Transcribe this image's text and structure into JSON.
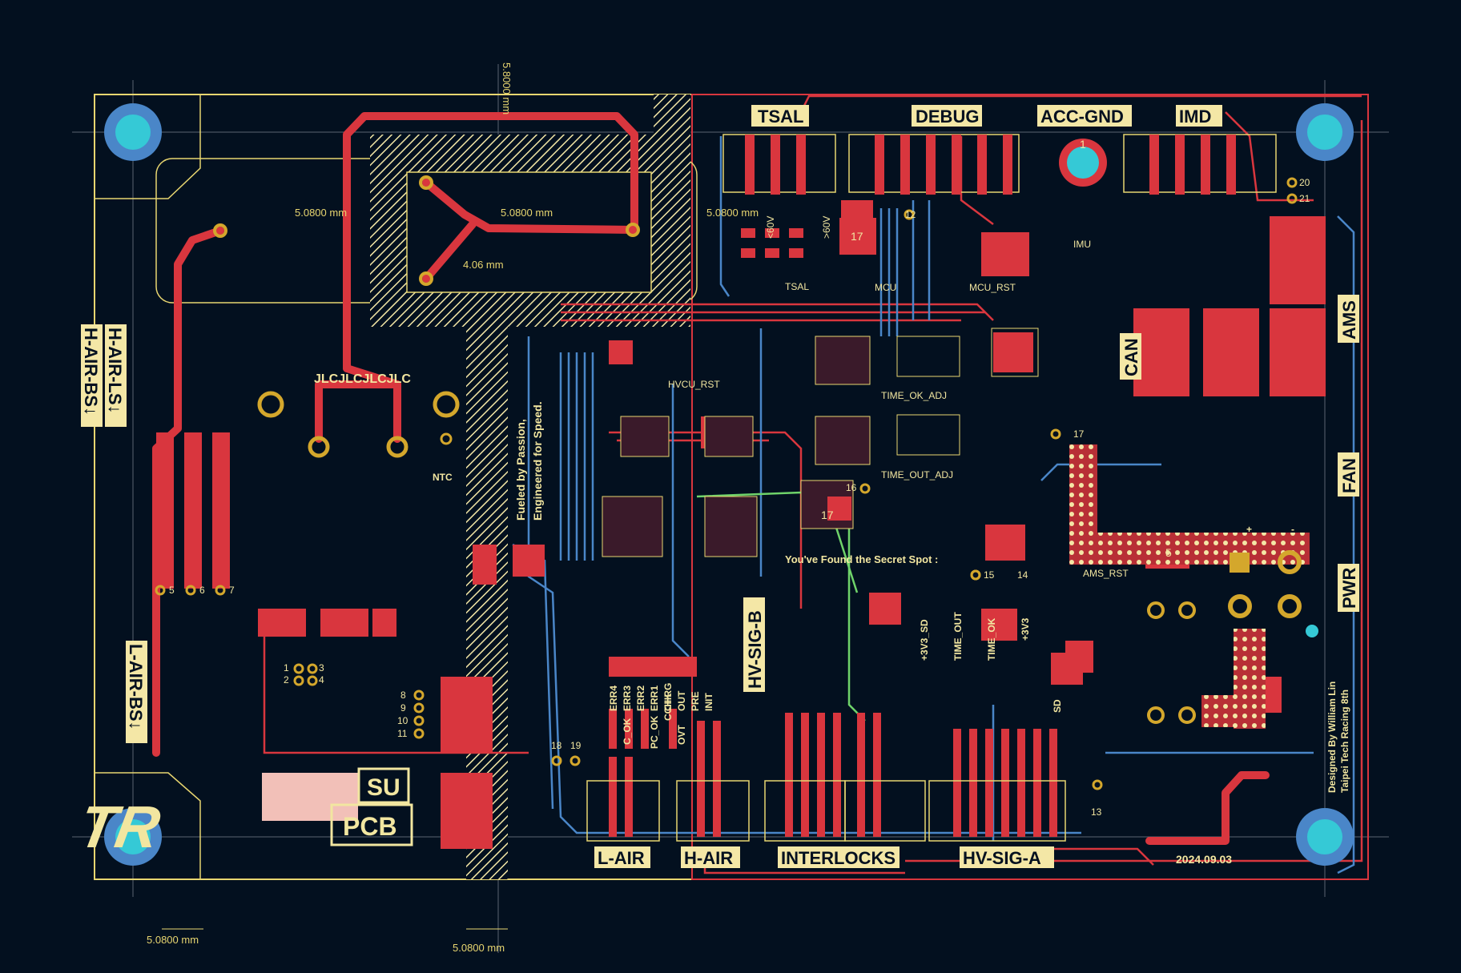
{
  "colors": {
    "background": "#03101f",
    "copper_front": "#d9363e",
    "copper_back": "#4a86c8",
    "silkscreen": "#f2e6a0",
    "pad_gold": "#d4a72c",
    "mounting_hole": "#35c9d6",
    "board_outline": "#e8d670",
    "keepout": "#f4e7a6"
  },
  "connectors": {
    "tsal": "TSAL",
    "debug": "DEBUG",
    "acc_gnd": "ACC-GND",
    "imd": "IMD",
    "can": "CAN",
    "ams": "AMS",
    "fan": "FAN",
    "pwr": "PWR",
    "l_air": "L-AIR",
    "h_air": "H-AIR",
    "interlocks": "INTERLOCKS",
    "hv_sig_a": "HV-SIG-A",
    "hv_sig_b": "HV-SIG-B",
    "h_air_ls": "H-AIR-LS↓",
    "h_air_bs": "H-AIR-BS↓",
    "l_air_bs": "L-AIR-BS↓"
  },
  "silk": {
    "jlc": "JLCJLCJLCJLC",
    "ntc": "NTC",
    "slogan_1": "Fueled by Passion,",
    "slogan_2": "Engineered for Speed.",
    "secret": "You've Found the Secret Spot :",
    "hvcu_rst": "HVCU_RST",
    "time_ok_adj": "TIME_OK_ADJ",
    "time_out_adj": "TIME_OUT_ADJ",
    "tsal_lbl": "TSAL",
    "mcu_lbl": "MCU",
    "mcu_rst": "MCU_RST",
    "imu": "IMU",
    "ams_rst": "AMS_RST",
    "lt60": "<60V",
    "gt60": ">60V",
    "designed_1": "Designed By William Lin",
    "designed_2": "Taipei Tech Racing 8th",
    "date": "2024.09.03",
    "pcb": "PCB",
    "su": "SU",
    "logo": "TR",
    "plus": "+",
    "minus": "-"
  },
  "vertical_labels": {
    "v3v3_sd": "+3V3_SD",
    "time_out": "TIME_OUT",
    "time_ok": "TIME_OK",
    "v3v3": "+3V3",
    "sd": "SD"
  },
  "status_leds": [
    "ERR4",
    "ERR3",
    "ERR2",
    "ERR1",
    "CHRG",
    "OUT",
    "PRE",
    "INIT"
  ],
  "status_leds_2": [
    "C_OK",
    "PC_OK",
    "OVT",
    "CCHK"
  ],
  "dimensions": {
    "d_top": "5.0800 mm",
    "d_top2": "5.0800 mm",
    "d_top3": "5.0800 mm",
    "d_vert": "5.8000 mm",
    "d_small": "4.06 mm",
    "d_bl": "5.0800 mm",
    "d_bc": "5.0800 mm"
  },
  "test_points": [
    "1",
    "2",
    "3",
    "4",
    "5",
    "6",
    "7",
    "8",
    "9",
    "10",
    "11",
    "12",
    "13",
    "14",
    "15",
    "16",
    "17",
    "18",
    "19",
    "20",
    "21"
  ],
  "ic_markings": [
    "17",
    "17",
    "5",
    "1"
  ]
}
